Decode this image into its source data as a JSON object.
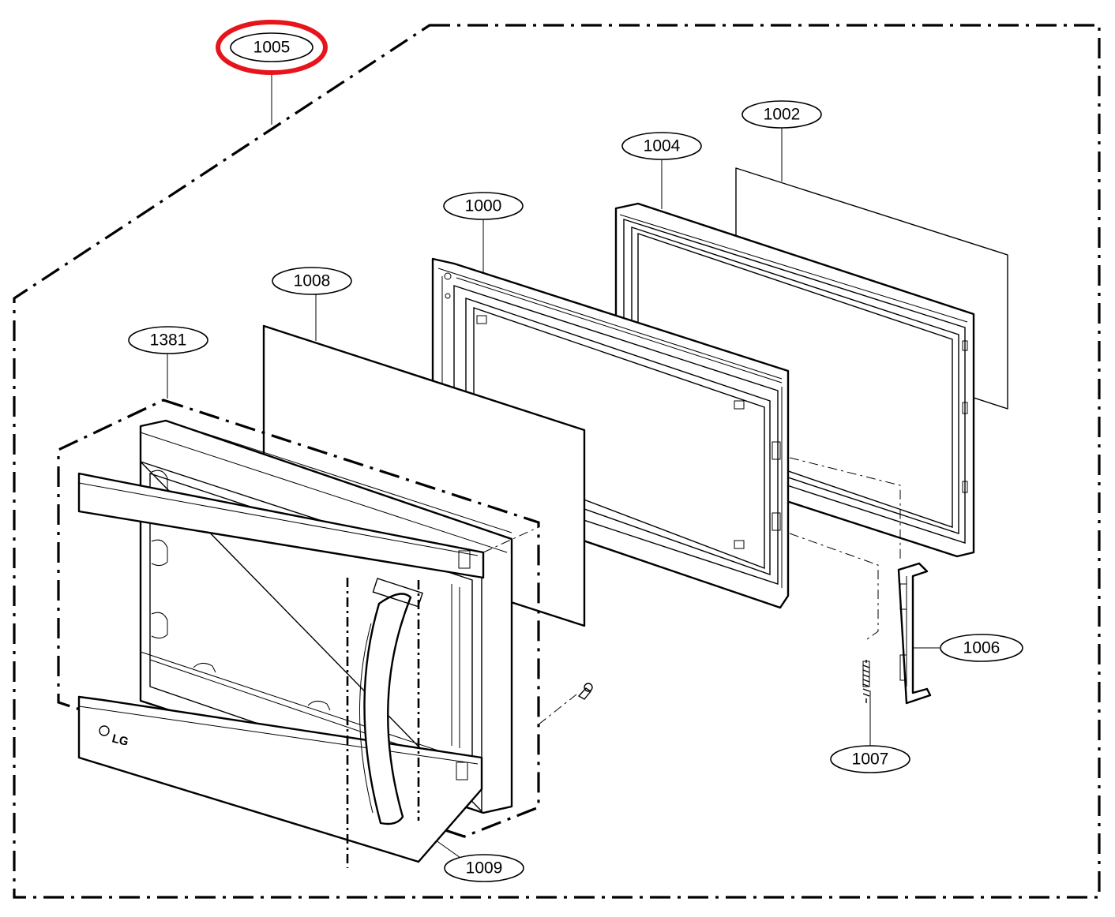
{
  "diagram": {
    "brand_logo_text": "LG",
    "highlight_color": "#e8141b",
    "callouts": [
      {
        "id": "c-1005",
        "label": "1005",
        "highlighted": true
      },
      {
        "id": "c-1002",
        "label": "1002",
        "highlighted": false
      },
      {
        "id": "c-1004",
        "label": "1004",
        "highlighted": false
      },
      {
        "id": "c-1000",
        "label": "1000",
        "highlighted": false
      },
      {
        "id": "c-1008",
        "label": "1008",
        "highlighted": false
      },
      {
        "id": "c-1381",
        "label": "1381",
        "highlighted": false
      },
      {
        "id": "c-1006",
        "label": "1006",
        "highlighted": false
      },
      {
        "id": "c-1007",
        "label": "1007",
        "highlighted": false
      },
      {
        "id": "c-1009",
        "label": "1009",
        "highlighted": false
      }
    ]
  }
}
